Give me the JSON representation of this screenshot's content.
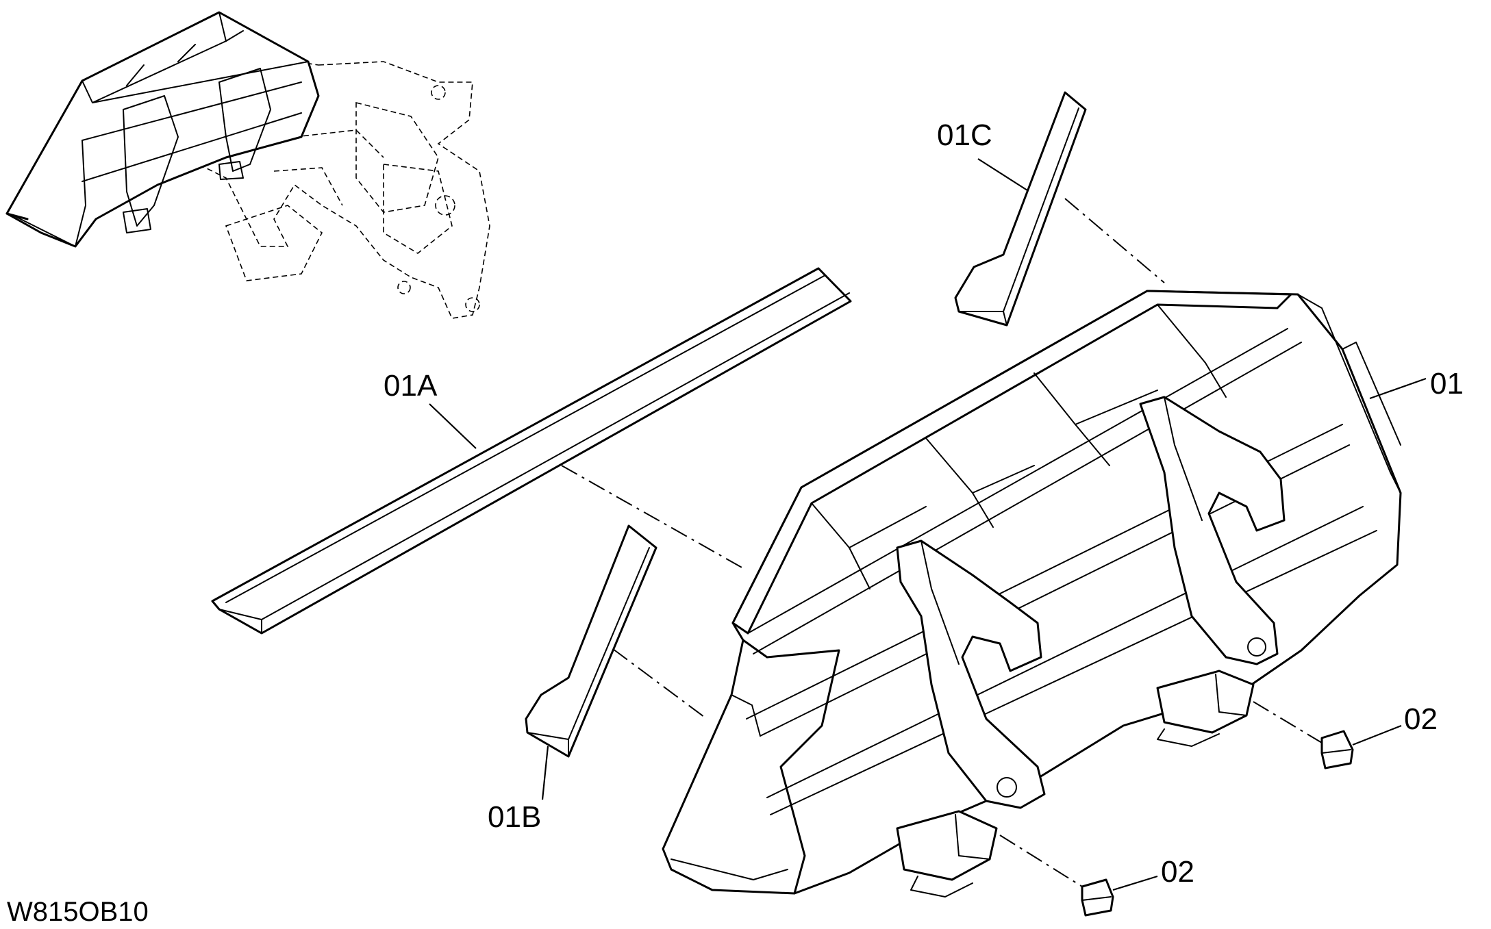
{
  "drawing_code": "W815OB10",
  "callouts": {
    "bucket": "01",
    "cutting_edge": "01A",
    "side_cutter_left": "01B",
    "side_cutter_right": "01C",
    "tooth_front": "02",
    "tooth_rear": "02"
  }
}
